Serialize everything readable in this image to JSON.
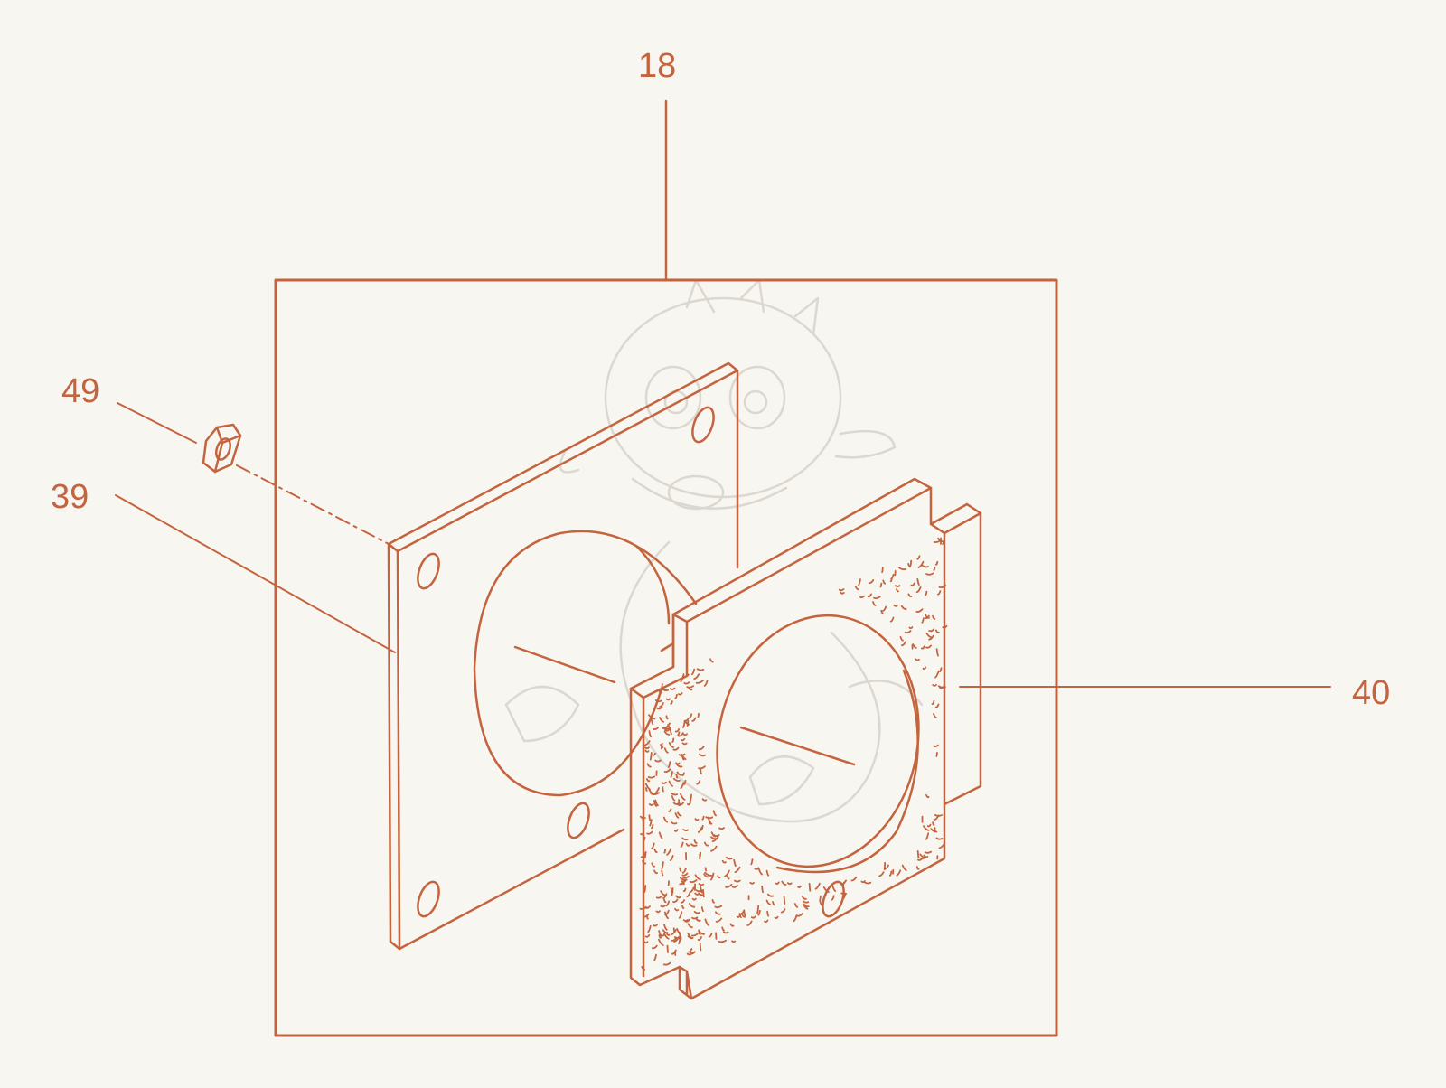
{
  "diagram": {
    "colors": {
      "line": "#c4643e",
      "label": "#c4643e",
      "background": "#f8f6f1",
      "watermark": "#d9d6cf"
    },
    "callouts": [
      {
        "id": "18",
        "text": "18",
        "part": "assembly-frame"
      },
      {
        "id": "49",
        "text": "49",
        "part": "hex-nut"
      },
      {
        "id": "39",
        "text": "39",
        "part": "mounting-plate"
      },
      {
        "id": "40",
        "text": "40",
        "part": "insulation-gasket"
      }
    ],
    "watermark": "dragon-sketch"
  }
}
